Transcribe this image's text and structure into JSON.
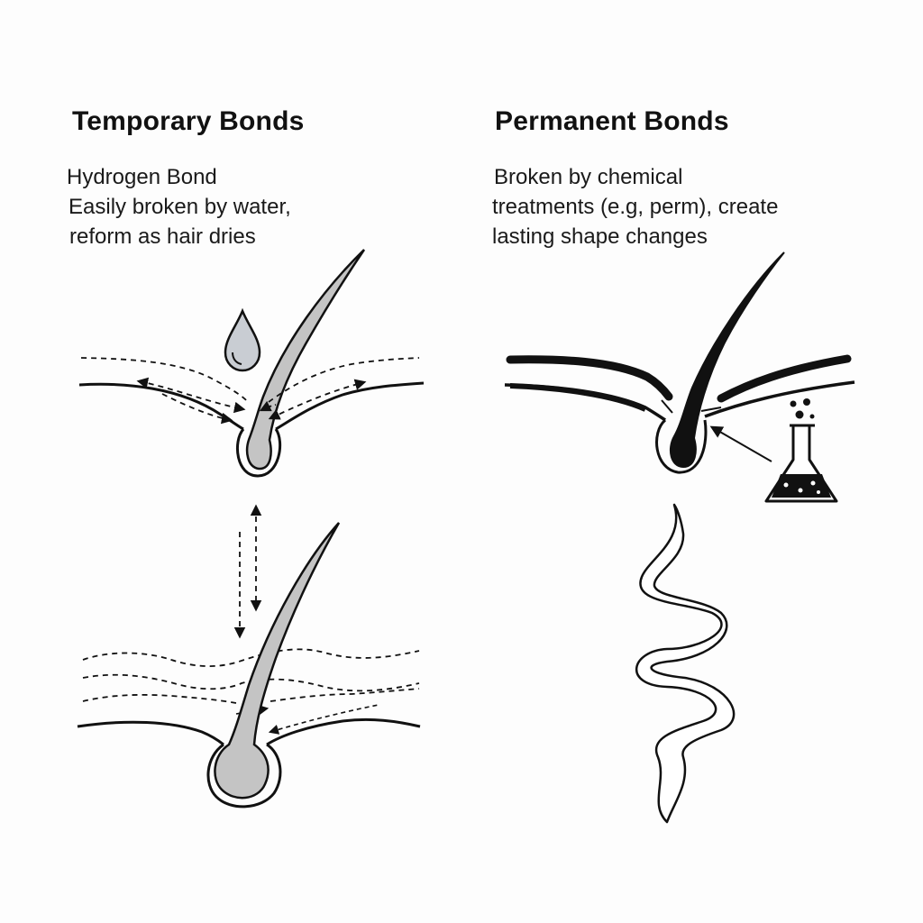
{
  "temporary": {
    "heading": "Temporary Bonds",
    "lines": [
      "Hydrogen Bond",
      "Easily broken by water,",
      "reform as hair dries"
    ]
  },
  "permanent": {
    "heading": "Permanent Bonds",
    "lines": [
      "Broken by chemical",
      "treatments (e.g, perm), create",
      "lasting shape changes"
    ]
  },
  "icons": {
    "water": "water-drop-icon",
    "chemical": "chemical-flask-icon"
  },
  "colors": {
    "ink": "#111111",
    "hair_temporary": "#c4c4c4",
    "water_drop": "#c9cdd3",
    "hair_permanent": "#111111"
  }
}
